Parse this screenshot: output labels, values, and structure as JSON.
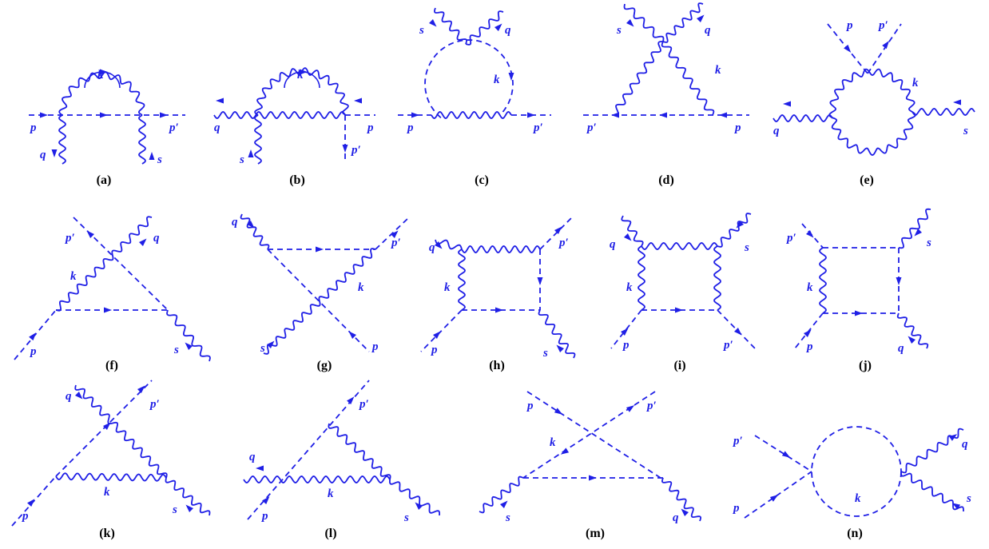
{
  "colors": {
    "line": "#1f1fe6",
    "caption": "#000000"
  },
  "diagrams": [
    {
      "id": "a",
      "caption": "(a)",
      "labels": [
        "p",
        "p′",
        "q",
        "s",
        "k"
      ]
    },
    {
      "id": "b",
      "caption": "(b)",
      "labels": [
        "q",
        "p",
        "p′",
        "s",
        "k"
      ]
    },
    {
      "id": "c",
      "caption": "(c)",
      "labels": [
        "s",
        "q",
        "k",
        "p",
        "p′"
      ]
    },
    {
      "id": "d",
      "caption": "(d)",
      "labels": [
        "s",
        "q",
        "k",
        "p′",
        "p"
      ]
    },
    {
      "id": "e",
      "caption": "(e)",
      "labels": [
        "p",
        "p′",
        "k",
        "q",
        "s"
      ]
    },
    {
      "id": "f",
      "caption": "(f)",
      "labels": [
        "p′",
        "q",
        "k",
        "p",
        "s"
      ]
    },
    {
      "id": "g",
      "caption": "(g)",
      "labels": [
        "q",
        "p′",
        "k",
        "s",
        "p"
      ]
    },
    {
      "id": "h",
      "caption": "(h)",
      "labels": [
        "q",
        "p′",
        "k",
        "p",
        "s"
      ]
    },
    {
      "id": "i",
      "caption": "(i)",
      "labels": [
        "q",
        "s",
        "k",
        "p",
        "p′"
      ]
    },
    {
      "id": "j",
      "caption": "(j)",
      "labels": [
        "p′",
        "s",
        "k",
        "p",
        "q"
      ]
    },
    {
      "id": "k",
      "caption": "(k)",
      "labels": [
        "q",
        "p′",
        "k",
        "p",
        "s"
      ]
    },
    {
      "id": "l",
      "caption": "(l)",
      "labels": [
        "q",
        "p′",
        "k",
        "p",
        "s"
      ]
    },
    {
      "id": "m",
      "caption": "(m)",
      "labels": [
        "p",
        "p′",
        "k",
        "s",
        "q"
      ]
    },
    {
      "id": "n",
      "caption": "(n)",
      "labels": [
        "p′",
        "q",
        "k",
        "p",
        "s"
      ]
    }
  ]
}
